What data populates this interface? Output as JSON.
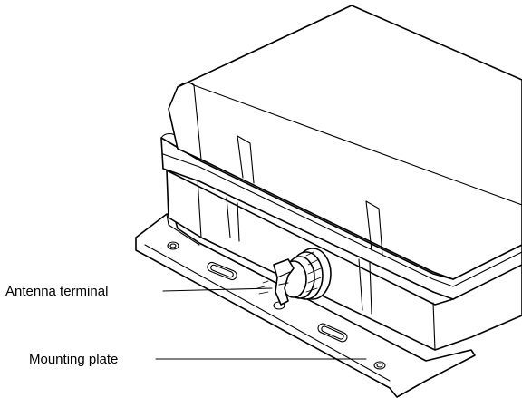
{
  "diagram": {
    "callouts": [
      {
        "id": "antenna-terminal",
        "label": "Antenna terminal"
      },
      {
        "id": "mounting-plate",
        "label": "Mounting plate"
      }
    ]
  }
}
